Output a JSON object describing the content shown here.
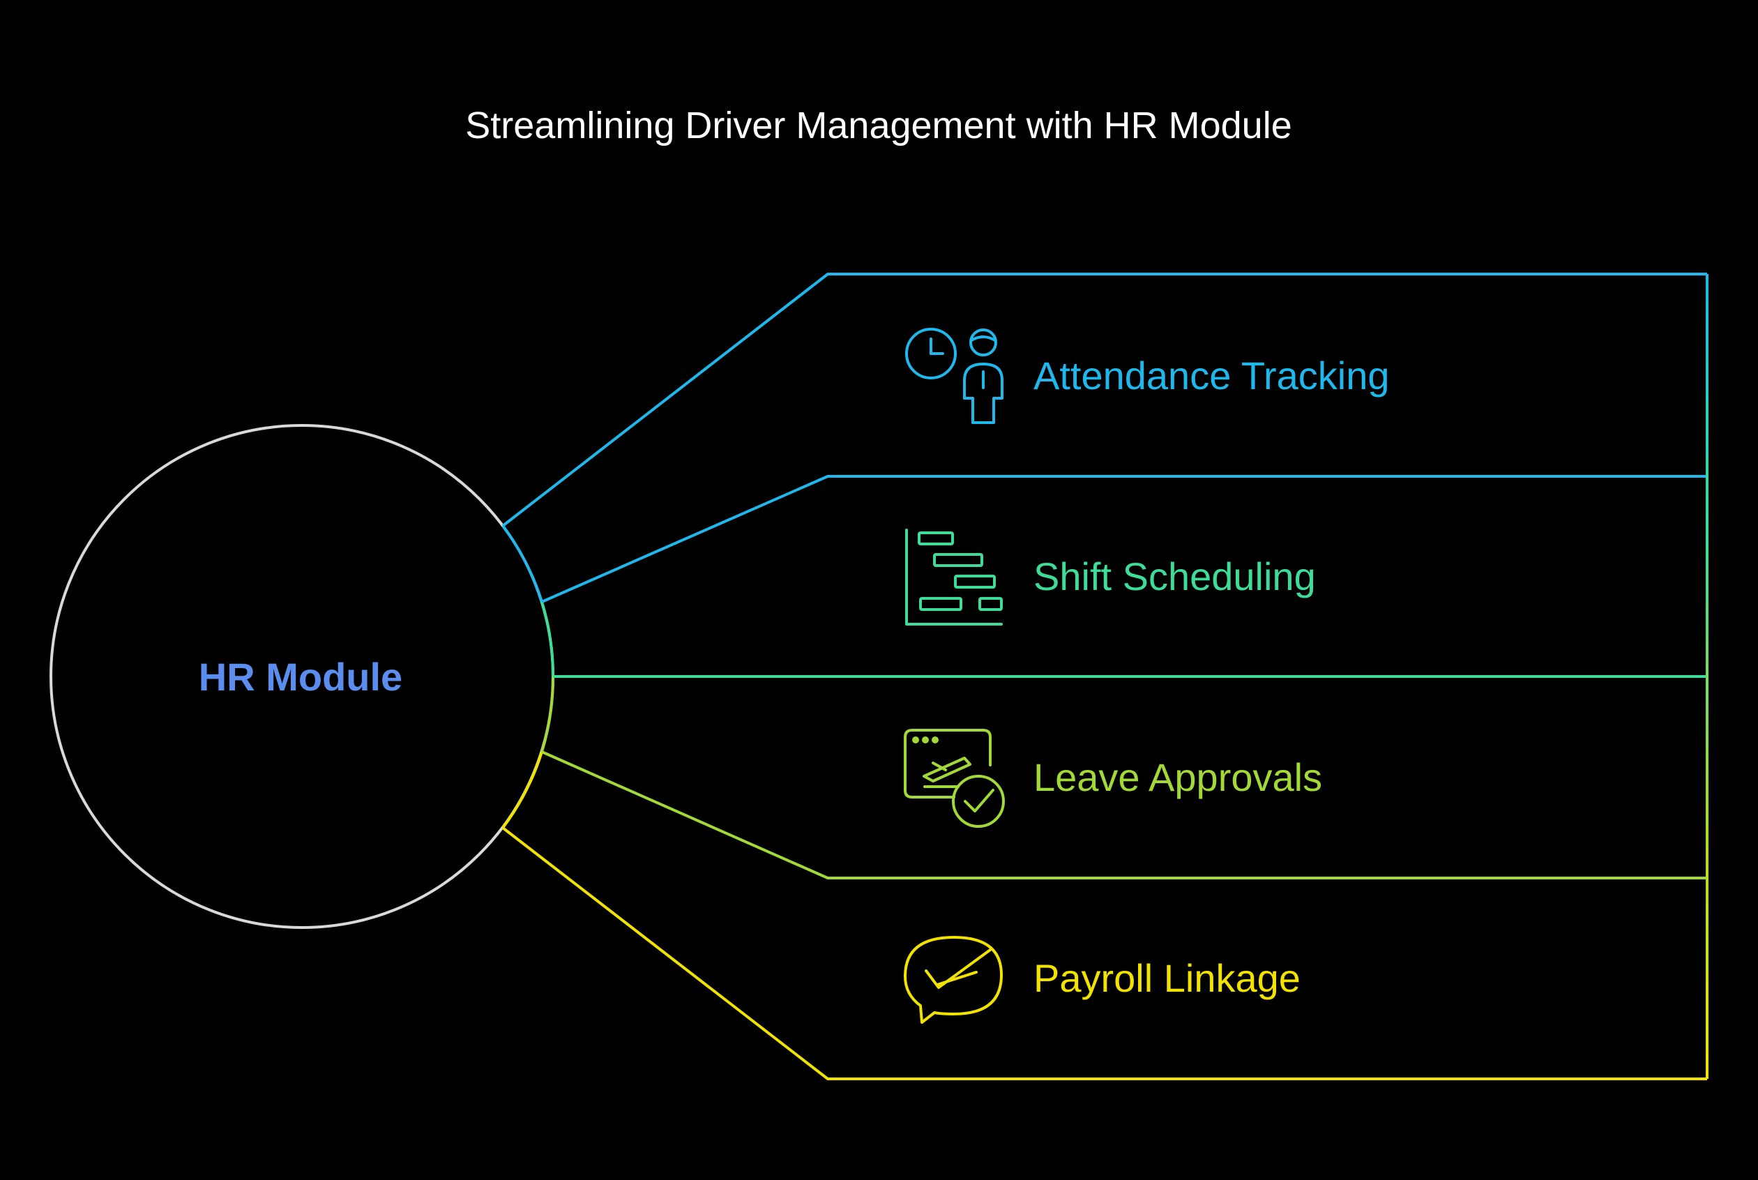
{
  "title": "Streamlining Driver Management with HR Module",
  "hub": {
    "label": "HR Module",
    "color": "#5b8def",
    "ring_color": "#d9d9d9"
  },
  "items": [
    {
      "label": "Attendance Tracking",
      "icon": "clock-person-icon",
      "color": "#1fb8ec"
    },
    {
      "label": "Shift Scheduling",
      "icon": "gantt-chart-icon",
      "color": "#3ddc97"
    },
    {
      "label": "Leave Approvals",
      "icon": "travel-approval-icon",
      "color": "#a3d936"
    },
    {
      "label": "Payroll Linkage",
      "icon": "chat-check-icon",
      "color": "#f2e200"
    }
  ]
}
